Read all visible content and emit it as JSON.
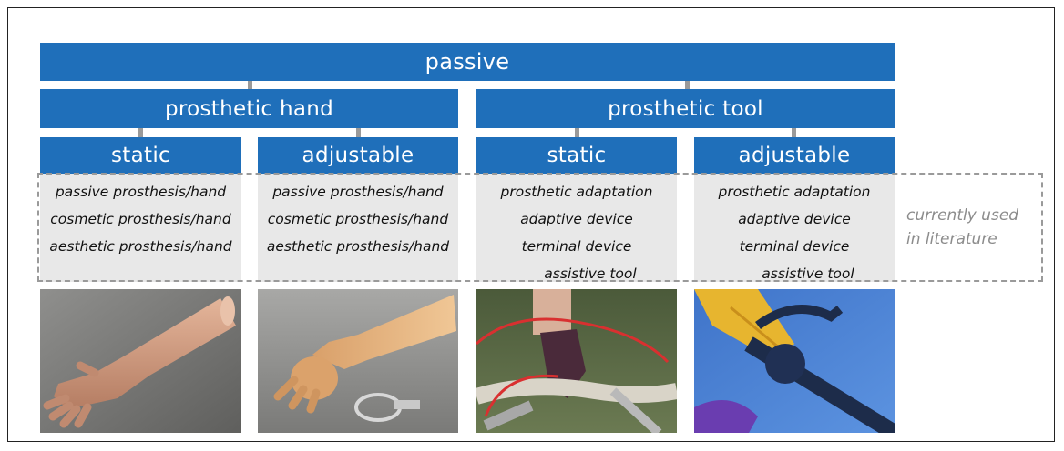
{
  "root": {
    "label": "passive"
  },
  "groups": [
    {
      "label": "prosthetic hand",
      "children": [
        {
          "label": "static",
          "terms": [
            "passive prosthesis/hand",
            "cosmetic prosthesis/hand",
            "aesthetic prosthesis/hand"
          ],
          "photo": "prosthetic-arm-realistic"
        },
        {
          "label": "adjustable",
          "terms": [
            "passive prosthesis/hand",
            "cosmetic prosthesis/hand",
            "aesthetic prosthesis/hand"
          ],
          "photo": "prosthetic-hand-adjustable"
        }
      ]
    },
    {
      "label": "prosthetic tool",
      "children": [
        {
          "label": "static",
          "terms": [
            "prosthetic adaptation",
            "adaptive device",
            "terminal device",
            "assistive tool"
          ],
          "photo": "bicycle-terminal-device"
        },
        {
          "label": "adjustable",
          "terms": [
            "prosthetic adaptation",
            "adaptive device",
            "terminal device",
            "assistive tool"
          ],
          "photo": "kayak-paddle-terminal-device"
        }
      ]
    }
  ],
  "note": {
    "line1": "currently used",
    "line2": "in literature"
  },
  "colors": {
    "box": "#1f6fba",
    "panel": "#e8e8e8",
    "dashed": "#9a9a9a"
  }
}
